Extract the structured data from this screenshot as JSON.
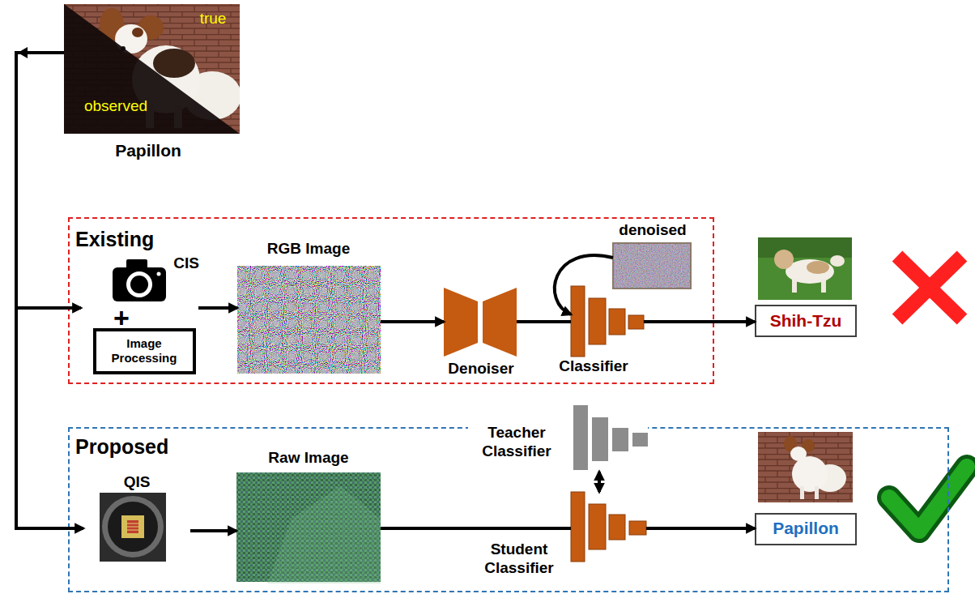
{
  "diagram": {
    "nodes": [
      {
        "text": [
          "true",
          "observed",
          "Papillon"
        ]
      },
      {
        "text": [
          "Existing"
        ]
      },
      {
        "text": [
          "CIS"
        ],
        "in": 1
      },
      {
        "text": [
          "Image Processing"
        ],
        "in": 1
      },
      {
        "text": [
          "RGB Image"
        ],
        "in": 1
      },
      {
        "text": [
          "Denoiser"
        ],
        "in": 1
      },
      {
        "text": [
          "denoised"
        ],
        "in": 1
      },
      {
        "text": [
          "Classifier"
        ],
        "in": 1
      },
      {
        "text": [
          "Shih-Tzu"
        ]
      },
      {
        "text": [
          "Proposed"
        ]
      },
      {
        "text": [
          "QIS"
        ],
        "in": 9
      },
      {
        "text": [
          "Raw Image"
        ],
        "in": 9
      },
      {
        "text": [
          "Teacher Classifier"
        ],
        "in": 9
      },
      {
        "text": [
          "Student Classifier"
        ],
        "in": 9
      },
      {
        "text": [
          "Papillon"
        ]
      }
    ],
    "edges": [
      {
        "from": 0,
        "to": 2,
        "arrow": "to"
      },
      {
        "from": 0,
        "to": 10,
        "arrow": "to"
      },
      {
        "from": 2,
        "to": 4,
        "arrow": "to"
      },
      {
        "from": 4,
        "to": 5,
        "arrow": "to"
      },
      {
        "from": 5,
        "to": 7,
        "arrow": "none"
      },
      {
        "from": 6,
        "to": 7,
        "arrow": "to"
      },
      {
        "from": 7,
        "to": 8,
        "arrow": "to"
      },
      {
        "from": 10,
        "to": 11,
        "arrow": "to"
      },
      {
        "from": 11,
        "to": 13,
        "arrow": "none"
      },
      {
        "from": 12,
        "to": 13,
        "arrow": "both"
      },
      {
        "from": 13,
        "to": 14,
        "arrow": "to"
      }
    ],
    "labels": [
      "+"
    ]
  }
}
